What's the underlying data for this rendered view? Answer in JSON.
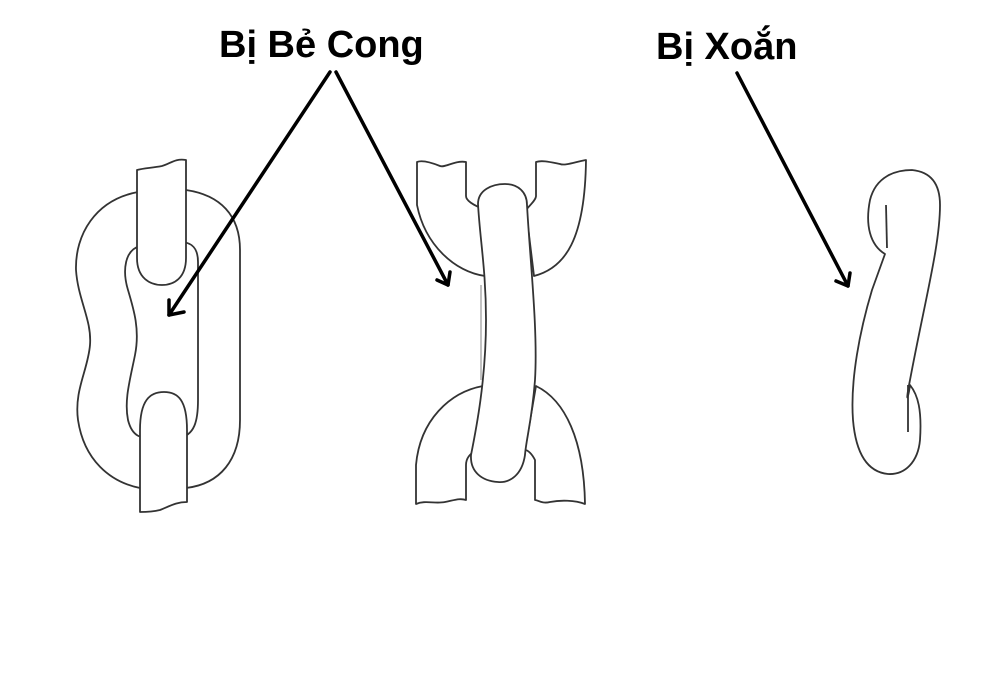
{
  "labels": {
    "bent": "Bị Bẻ Cong",
    "twisted": "Bị Xoắn"
  },
  "figures": [
    {
      "name": "bent-link-front-view",
      "arrow_from": "bent"
    },
    {
      "name": "bent-link-side-view",
      "arrow_from": "bent"
    },
    {
      "name": "twisted-link",
      "arrow_from": "twisted"
    }
  ],
  "colors": {
    "line": "#333333",
    "arrow": "#000000",
    "background": "#ffffff"
  }
}
